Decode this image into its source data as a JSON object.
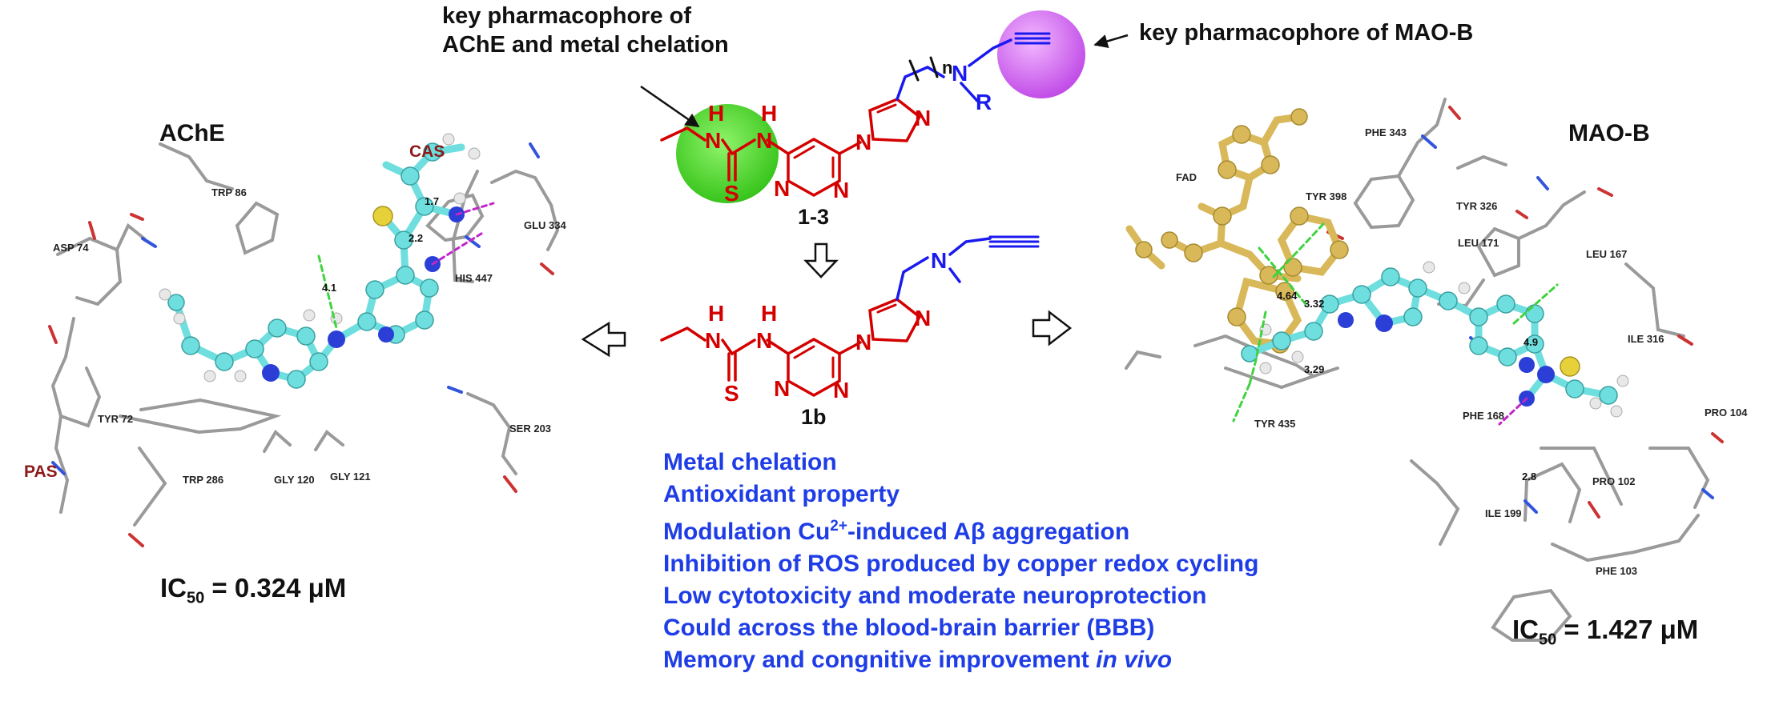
{
  "annotations": {
    "ache_pharmacophore_line1": "key pharmacophore of",
    "ache_pharmacophore_line2": "AChE and metal chelation",
    "maob_pharmacophore": "key pharmacophore of MAO-B"
  },
  "compounds": {
    "series_label": "1-3",
    "lead_label": "1b"
  },
  "ache_panel": {
    "title": "AChE",
    "ic50_prefix": "IC",
    "ic50_sub": "50",
    "ic50_value": " = 0.324 μM",
    "sites": {
      "cas": "CAS",
      "pas": "PAS"
    },
    "residues": [
      "TRP 86",
      "GLU 334",
      "ASP 74",
      "HIS 447",
      "TYR 72",
      "SER 203",
      "TRP 286",
      "GLY 120",
      "GLY 121"
    ],
    "distances": [
      "1.7",
      "2.2",
      "4.1"
    ]
  },
  "maob_panel": {
    "title": "MAO-B",
    "ic50_prefix": "IC",
    "ic50_sub": "50",
    "ic50_value": " = 1.427 μM",
    "residues": [
      "PHE 343",
      "FAD",
      "TYR 398",
      "TYR 326",
      "LEU 171",
      "LEU 167",
      "ILE 316",
      "TYR 435",
      "PHE 168",
      "PRO 104",
      "PRO 102",
      "ILE 199",
      "PHE 103"
    ],
    "distances": [
      "4.64",
      "3.32",
      "4.9",
      "3.29",
      "2.8"
    ]
  },
  "properties": {
    "item1": "Metal chelation",
    "item2": "Antioxidant property",
    "item3_a": "Modulation Cu",
    "item3_sup": "2+",
    "item3_b": "-induced Aβ aggregation",
    "item4": "Inhibition of ROS produced by copper redox cycling",
    "item5": "Low cytotoxicity and moderate neuroprotection",
    "item6": "Could across the blood-brain barrier (BBB)",
    "item7_a": "Memory and congnitive improvement ",
    "item7_b": "in vivo"
  },
  "structure_atoms": {
    "N": "N",
    "H": "H",
    "S": "S",
    "R": "R",
    "n": "n"
  },
  "colors": {
    "scaffold_red": "#d40000",
    "linker_blue": "#1a1aee",
    "property_blue": "#1f3de6",
    "chelation_green": "#5ee63c",
    "maob_purple": "#d36cf2",
    "ligand_cyan": "#6fdede",
    "fad_gold": "#d9b85a",
    "hbond_magenta": "#c026c8",
    "pi_green": "#3fd33f",
    "site_red": "#8b1a1a"
  }
}
